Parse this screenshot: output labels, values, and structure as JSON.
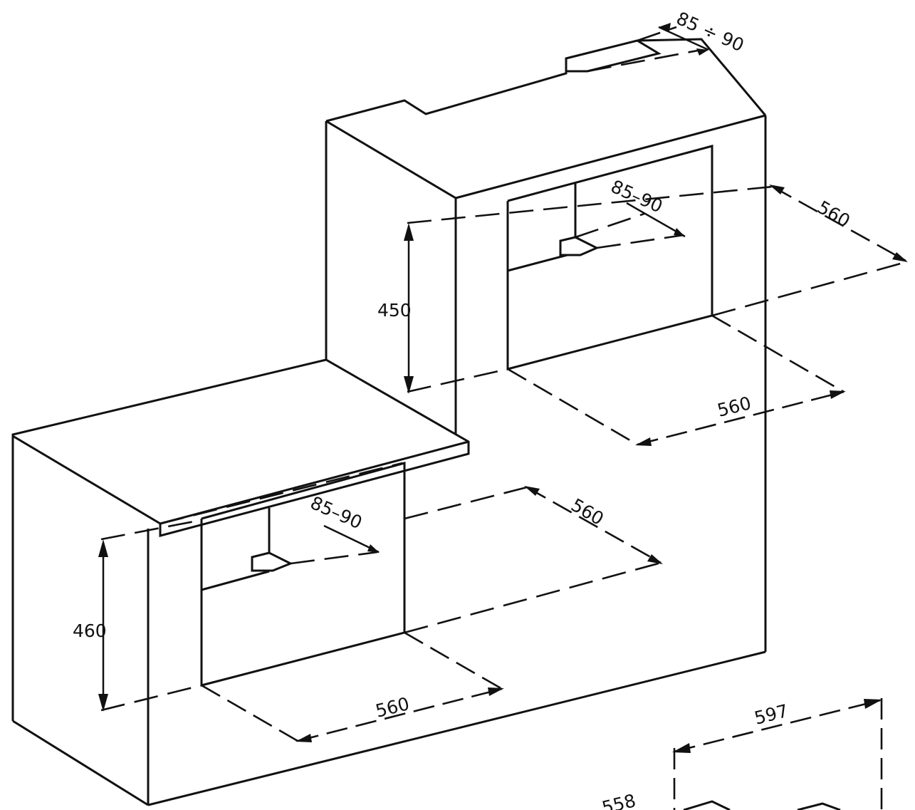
{
  "dimensions": {
    "upper_gap_top": "85 ÷ 90",
    "upper_gap_inner": "85–90",
    "upper_depth": "560",
    "upper_height": "450",
    "upper_width": "560",
    "lower_gap_inner": "85–90",
    "lower_depth": "560",
    "lower_height": "460",
    "lower_width": "560",
    "appliance_width": "597",
    "appliance_partial": "558"
  }
}
